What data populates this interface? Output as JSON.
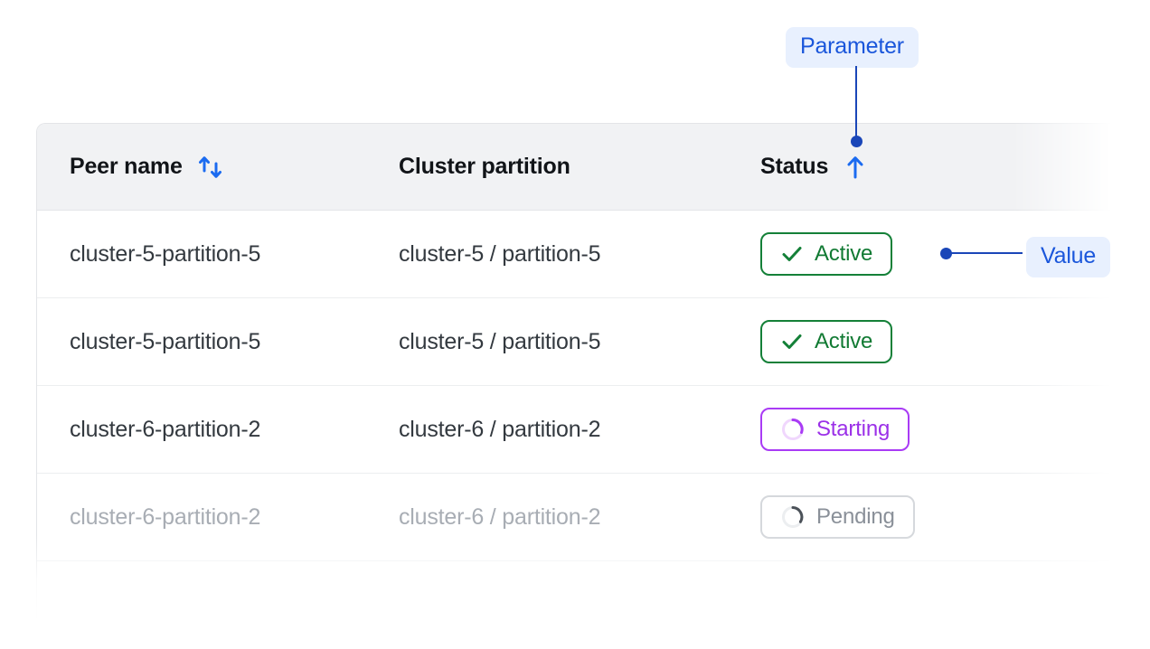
{
  "table": {
    "columns": [
      {
        "label": "Peer name",
        "sort_icon": "sort-both-arrows-icon",
        "sort_state": "sortable"
      },
      {
        "label": "Cluster partition",
        "sort_icon": "",
        "sort_state": "none"
      },
      {
        "label": "Status",
        "sort_icon": "arrow-up-icon",
        "sort_state": "ascending"
      }
    ],
    "rows": [
      {
        "peer_name": "cluster-5-partition-5",
        "cluster_partition": "cluster-5 / partition-5",
        "status": "Active",
        "status_kind": "active",
        "status_icon": "check-icon",
        "dimmed": false
      },
      {
        "peer_name": "cluster-5-partition-5",
        "cluster_partition": "cluster-5 / partition-5",
        "status": "Active",
        "status_kind": "active",
        "status_icon": "check-icon",
        "dimmed": false
      },
      {
        "peer_name": "cluster-6-partition-2",
        "cluster_partition": "cluster-6 / partition-2",
        "status": "Starting",
        "status_kind": "starting",
        "status_icon": "spinner-icon",
        "dimmed": false
      },
      {
        "peer_name": "cluster-6-partition-2",
        "cluster_partition": "cluster-6 / partition-2",
        "status": "Pending",
        "status_kind": "pending",
        "status_icon": "spinner-icon",
        "dimmed": true
      }
    ]
  },
  "annotations": {
    "parameter": {
      "label": "Parameter",
      "target": "Status column header"
    },
    "value": {
      "label": "Value",
      "target": "Active status badge"
    }
  },
  "colors": {
    "header_background": "#f1f2f4",
    "border": "#e3e5e8",
    "text_primary": "#33393f",
    "text_heading": "#111418",
    "text_dimmed": "#a8adb4",
    "accent_blue": "#1a56db",
    "annotation_line": "#1a46b8",
    "annotation_chip_bg": "#e8f0fe",
    "status_active": "#117a33",
    "status_starting": "#9b30e8",
    "status_pending": "#8a9099"
  }
}
